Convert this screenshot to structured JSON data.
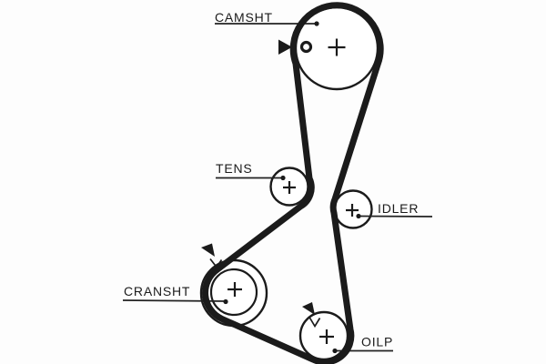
{
  "colors": {
    "ink": "#1b1b1b",
    "background": "#fdfdfd",
    "pulley_fill": "#ffffff"
  },
  "diagram": {
    "type": "timing-belt-routing",
    "belt_shape": "closed loop over camshaft, inside-right of tensioner, around left of crankshaft, under-right of oil pump, inside-left of idler"
  },
  "pulleys": [
    {
      "id": "camshaft",
      "label": "CAMSHT",
      "marks": [
        "center-cross",
        "timing-ring",
        "arrow"
      ]
    },
    {
      "id": "tensioner",
      "label": "TENS",
      "marks": [
        "center-cross"
      ]
    },
    {
      "id": "idler",
      "label": "IDLER",
      "marks": [
        "center-cross"
      ]
    },
    {
      "id": "crankshaft",
      "label": "CRANSHT",
      "marks": [
        "center-cross",
        "arrow",
        "v-notch"
      ]
    },
    {
      "id": "oil-pump",
      "label": "OILP",
      "marks": [
        "center-cross",
        "arrow",
        "v-notch"
      ]
    }
  ]
}
